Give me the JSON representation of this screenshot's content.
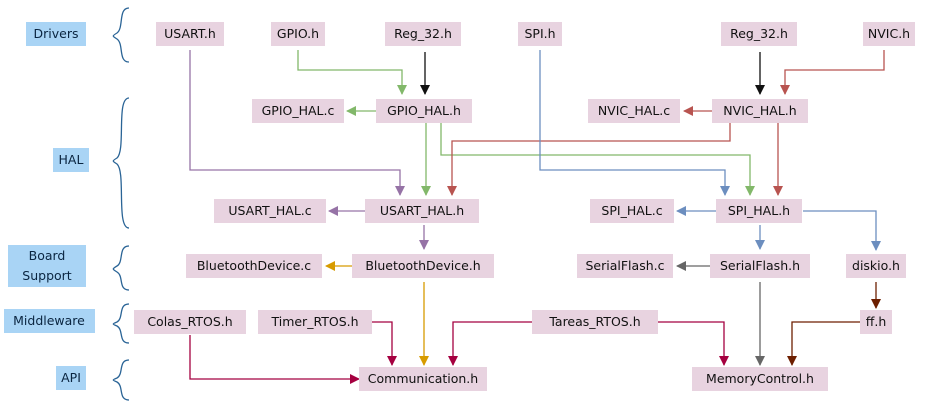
{
  "layers": [
    {
      "id": "drivers",
      "label": "Drivers"
    },
    {
      "id": "hal",
      "label": "HAL"
    },
    {
      "id": "board",
      "label": "Board Support"
    },
    {
      "id": "middleware",
      "label": "Middleware"
    },
    {
      "id": "api",
      "label": "API"
    }
  ],
  "nodes": {
    "usart_h": "USART.h",
    "gpio_h": "GPIO.h",
    "reg32_a": "Reg_32.h",
    "spi_h": "SPI.h",
    "reg32_b": "Reg_32.h",
    "nvic_h": "NVIC.h",
    "gpio_hal_c": "GPIO_HAL.c",
    "gpio_hal_h": "GPIO_HAL.h",
    "nvic_hal_c": "NVIC_HAL.c",
    "nvic_hal_h": "NVIC_HAL.h",
    "usart_hal_c": "USART_HAL.c",
    "usart_hal_h": "USART_HAL.h",
    "spi_hal_c": "SPI_HAL.c",
    "spi_hal_h": "SPI_HAL.h",
    "bt_c": "BluetoothDevice.c",
    "bt_h": "BluetoothDevice.h",
    "sf_c": "SerialFlash.c",
    "sf_h": "SerialFlash.h",
    "diskio_h": "diskio.h",
    "colas": "Colas_RTOS.h",
    "timer": "Timer_RTOS.h",
    "tareas": "Tareas_RTOS.h",
    "ff_h": "ff.h",
    "comm_h": "Communication.h",
    "mem_h": "MemoryControl.h"
  },
  "colors": {
    "layer_box": "#a9d4f5",
    "node_box": "#e8d3e0",
    "gpio": "#82b86a",
    "black": "#111111",
    "nvic": "#b85450",
    "spi": "#6c8ebf",
    "usart": "#9673a6",
    "bt": "#d79b00",
    "rtos": "#a50040",
    "sf": "#666666",
    "ff": "#6d1f00"
  }
}
